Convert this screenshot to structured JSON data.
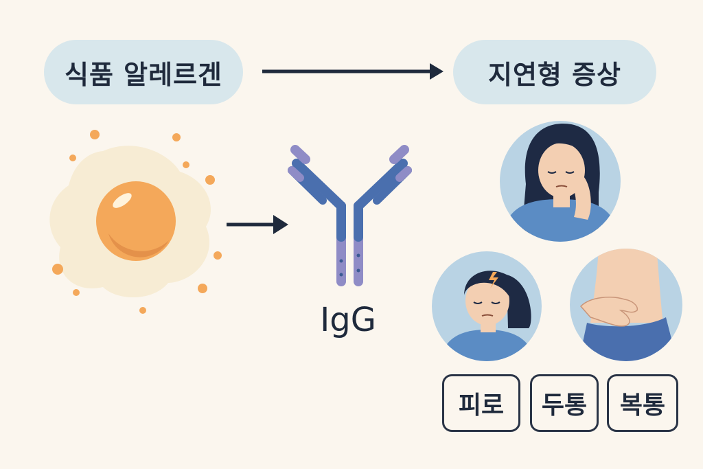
{
  "labels": {
    "allergen": "식품 알레르겐",
    "delayed": "지연형 증상",
    "antibody": "IgG"
  },
  "symptoms": [
    "피로",
    "두통",
    "복통"
  ],
  "colors": {
    "background": "#fbf6ee",
    "pill": "#d8e7ec",
    "text": "#1f2a3c",
    "yolk": "#f4a85a",
    "antibody_blue": "#4a6fae",
    "antibody_purple": "#8f8cc6",
    "circle_bg": "#b9d3e4",
    "shirt": "#5b8cc4"
  },
  "icons": [
    "fried-egg-icon",
    "antibody-icon",
    "tired-woman-icon",
    "headache-woman-icon",
    "stomach-ache-icon",
    "arrow-right-icon"
  ]
}
